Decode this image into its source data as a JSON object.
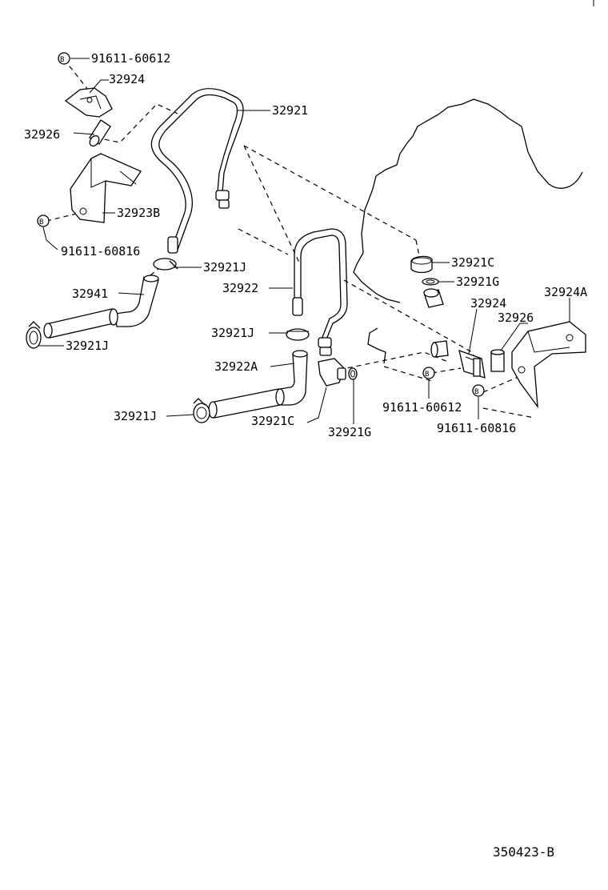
{
  "labels": {
    "bolt_a": "91611-60612",
    "bracket_a": "32924",
    "pipe_main": "32921",
    "sleeve_a": "32926",
    "bracket_b": "32923B",
    "bolt_b": "91611-60816",
    "clamp_1": "32921J",
    "hose_32941": "32941",
    "pipe_32922": "32922",
    "clamp_2": "32921J",
    "clamp_3": "32921J",
    "hose_32922a": "32922A",
    "clamp_4": "32921J",
    "union_1": "32921C",
    "gasket_1": "32921G",
    "union_2": "32921C",
    "gasket_2": "32921G",
    "bracket_c": "32924",
    "sleeve_b": "32926",
    "bracket_d": "32924A",
    "bolt_c": "91611-60612",
    "bolt_d": "91611-60816"
  },
  "bolt_symbol": "B",
  "figure_id": "350423-B"
}
